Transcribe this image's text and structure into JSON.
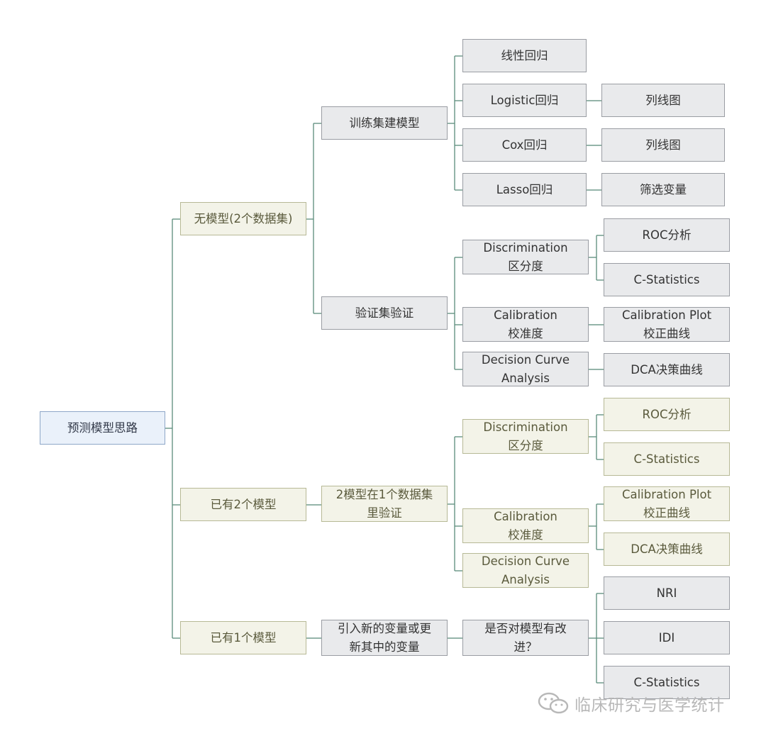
{
  "colors": {
    "connector": "#5b8c7b",
    "root_fill": "#eaf1fa",
    "gray_fill": "#e9eaec",
    "olive_fill": "#f3f3e8"
  },
  "nodes": {
    "root": "预测模型思路",
    "no_model": "无模型(2个数据集)",
    "have_2_models": "已有2个模型",
    "have_1_model": "已有1个模型",
    "training_build": "训练集建模型",
    "validation_set": "验证集验证",
    "linear_reg": "线性回归",
    "logistic_reg": "Logistic回归",
    "cox_reg": "Cox回归",
    "lasso_reg": "Lasso回归",
    "nomogram_1": "列线图",
    "nomogram_2": "列线图",
    "select_vars": "筛选变量",
    "discrimination_1": "Discrimination\n区分度",
    "calibration_1": "Calibration\n校准度",
    "dca_1": "Decision Curve\nAnalysis",
    "roc_1": "ROC分析",
    "cstat_1": "C-Statistics",
    "calplot_1": "Calibration Plot\n校正曲线",
    "dcacurve_1": "DCA决策曲线",
    "two_models_validate": "2模型在1个数据集\n里验证",
    "discrimination_2": "Discrimination\n区分度",
    "calibration_2": "Calibration\n校准度",
    "dca_2": "Decision Curve\nAnalysis",
    "roc_2": "ROC分析",
    "cstat_2": "C-Statistics",
    "calplot_2": "Calibration Plot\n校正曲线",
    "dcacurve_2": "DCA决策曲线",
    "new_variable": "引入新的变量或更\n新其中的变量",
    "improved": "是否对模型有改\n进？",
    "nri": "NRI",
    "idi": "IDI",
    "cstat_3": "C-Statistics"
  },
  "watermark": {
    "icon": "wechat-icon",
    "text": "临床研究与医学统计"
  }
}
